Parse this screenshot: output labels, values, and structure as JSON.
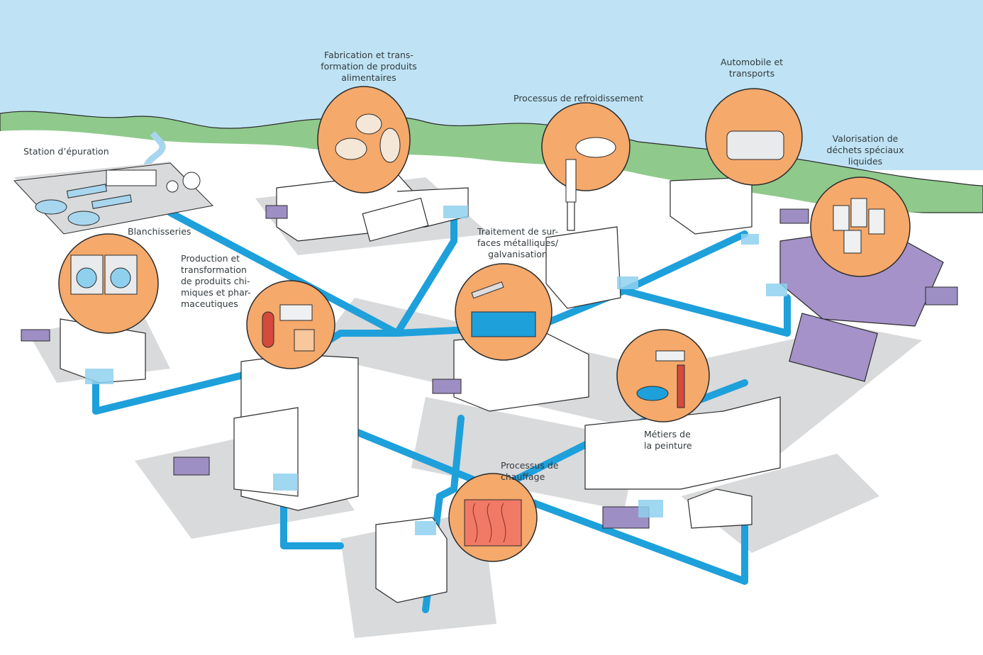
{
  "title": "Sources industrielles d'eaux usées raccordées au réseau",
  "colors": {
    "sky": "#bfe3f4",
    "hills": "#8fca8c",
    "hills_dark": "#6fb47a",
    "ground": "#ffffff",
    "road": "#d9dadb",
    "pipe": "#1ea0db",
    "pipe_light": "#8fd0ef",
    "bubble": "#f5a96b",
    "bubble_outline": "#2b2b2b",
    "building": "#ffffff",
    "storage_purple": "#9d8fc4",
    "waste_building": "#a592c9",
    "text": "#333b3f"
  },
  "labels": {
    "station": "Station d’épuration",
    "food": "Fabrication et trans-\nformation de produits\nalimentaires",
    "cooling": "Processus de refroidissement",
    "auto": "Automobile et\ntransports",
    "waste": "Valorisation de\ndéchets spéciaux\nliquides",
    "laundry": "Blanchisseries",
    "chemical": "Production et\ntransformation\nde produits chi-\nmiques et phar-\nmaceutiques",
    "metal": "Traitement de sur-\nfaces métalliques/\ngalvanisation",
    "painting": "Métiers de\nla peinture",
    "heating": "Processus de\nchauffage"
  },
  "nodes": [
    {
      "id": "station",
      "icon": "treatment-plant-icon"
    },
    {
      "id": "food",
      "icon": "potatoes-icon"
    },
    {
      "id": "cooling",
      "icon": "chimney-steam-icon"
    },
    {
      "id": "auto",
      "icon": "car-wash-icon"
    },
    {
      "id": "waste",
      "icon": "barrels-icon"
    },
    {
      "id": "laundry",
      "icon": "washing-machine-icon"
    },
    {
      "id": "chemical",
      "icon": "test-tube-icon"
    },
    {
      "id": "metal",
      "icon": "metal-bath-icon"
    },
    {
      "id": "painting",
      "icon": "paint-brush-icon"
    },
    {
      "id": "heating",
      "icon": "heat-exchanger-icon"
    }
  ]
}
